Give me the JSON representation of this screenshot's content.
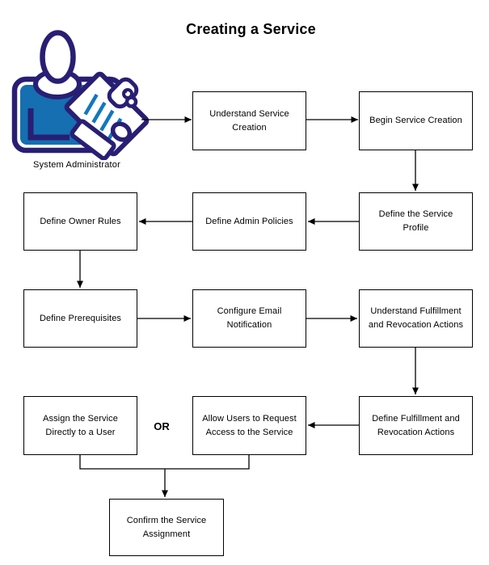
{
  "title": "Creating a Service",
  "actor": {
    "label": "System Administrator",
    "icon": "person-with-clipboard-icon"
  },
  "or_label": "OR",
  "nodes": [
    {
      "id": "understand-service-creation",
      "label": "Understand Service\nCreation"
    },
    {
      "id": "begin-service-creation",
      "label": "Begin Service Creation"
    },
    {
      "id": "define-the-service-profile",
      "label": "Define the Service\nProfile"
    },
    {
      "id": "define-admin-policies",
      "label": "Define Admin Policies"
    },
    {
      "id": "define-owner-rules",
      "label": "Define Owner Rules"
    },
    {
      "id": "define-prerequisites",
      "label": "Define Prerequisites"
    },
    {
      "id": "configure-email-notification",
      "label": "Configure Email\nNotification"
    },
    {
      "id": "understand-fulfillment-and-revocation-actions",
      "label": "Understand Fulfillment\nand Revocation Actions"
    },
    {
      "id": "define-fulfillment-and-revocation-actions",
      "label": "Define Fulfillment and\nRevocation Actions"
    },
    {
      "id": "allow-users-to-request-access-to-the-service",
      "label": "Allow Users to Request\nAccess to the Service"
    },
    {
      "id": "assign-the-service-directly-to-a-user",
      "label": "Assign the Service\nDirectly to a User"
    },
    {
      "id": "confirm-the-service-assignment",
      "label": "Confirm the Service\nAssignment"
    }
  ],
  "edges": [
    {
      "from": "system-administrator",
      "to": "understand-service-creation"
    },
    {
      "from": "understand-service-creation",
      "to": "begin-service-creation"
    },
    {
      "from": "begin-service-creation",
      "to": "define-the-service-profile"
    },
    {
      "from": "define-the-service-profile",
      "to": "define-admin-policies"
    },
    {
      "from": "define-admin-policies",
      "to": "define-owner-rules"
    },
    {
      "from": "define-owner-rules",
      "to": "define-prerequisites"
    },
    {
      "from": "define-prerequisites",
      "to": "configure-email-notification"
    },
    {
      "from": "configure-email-notification",
      "to": "understand-fulfillment-and-revocation-actions"
    },
    {
      "from": "understand-fulfillment-and-revocation-actions",
      "to": "define-fulfillment-and-revocation-actions"
    },
    {
      "from": "define-fulfillment-and-revocation-actions",
      "to": "allow-users-to-request-access-to-the-service"
    },
    {
      "from": "assign-the-service-directly-to-a-user",
      "to": "confirm-the-service-assignment",
      "note": "joined with OR branch"
    },
    {
      "from": "allow-users-to-request-access-to-the-service",
      "to": "confirm-the-service-assignment",
      "note": "joined with OR branch"
    }
  ],
  "colors": {
    "outline_navy": "#281F74",
    "shirt_blue": "#156FB0",
    "clipboard_line_blue": "#1277BE",
    "box_border": "#000000",
    "box_fill": "#FFFFFF",
    "line": "#000000",
    "text": "#000000",
    "background": "#FFFFFF"
  }
}
